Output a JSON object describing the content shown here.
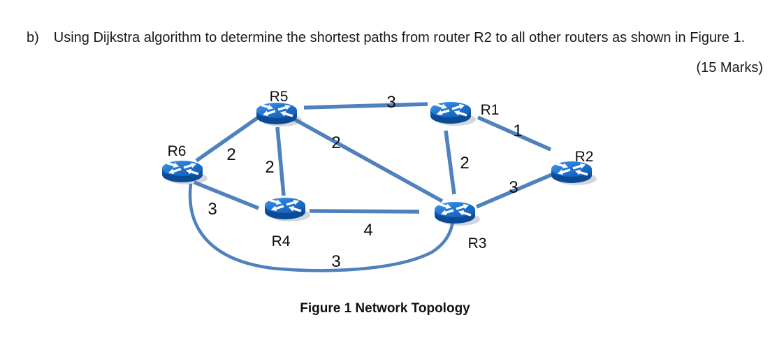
{
  "question": {
    "item_label": "b)",
    "text": "Using Dijkstra algorithm to determine the shortest paths from router R2 to all other routers as shown in Figure 1.",
    "marks": "(15 Marks)"
  },
  "figure": {
    "caption": "Figure 1 Network Topology",
    "colors": {
      "edge": "#4f81bd",
      "router_top": "#2176d2",
      "router_side": "#0d52a3",
      "router_bottom": "#0b4a95",
      "label": "#0d0d0d"
    },
    "nodes": [
      {
        "id": "R5",
        "label": "R5"
      },
      {
        "id": "R1",
        "label": "R1"
      },
      {
        "id": "R2",
        "label": "R2"
      },
      {
        "id": "R3",
        "label": "R3"
      },
      {
        "id": "R4",
        "label": "R4"
      },
      {
        "id": "R6",
        "label": "R6"
      }
    ],
    "edges": [
      {
        "from": "R5",
        "to": "R1",
        "weight": "3"
      },
      {
        "from": "R5",
        "to": "R6",
        "weight": "2"
      },
      {
        "from": "R5",
        "to": "R4",
        "weight": "2"
      },
      {
        "from": "R5",
        "to": "R3",
        "weight": "2"
      },
      {
        "from": "R1",
        "to": "R2",
        "weight": "1"
      },
      {
        "from": "R1",
        "to": "R3",
        "weight": "2"
      },
      {
        "from": "R3",
        "to": "R2",
        "weight": "3"
      },
      {
        "from": "R6",
        "to": "R4",
        "weight": "3"
      },
      {
        "from": "R4",
        "to": "R3",
        "weight": "4"
      },
      {
        "from": "R6",
        "to": "R3",
        "weight": "3"
      }
    ]
  }
}
